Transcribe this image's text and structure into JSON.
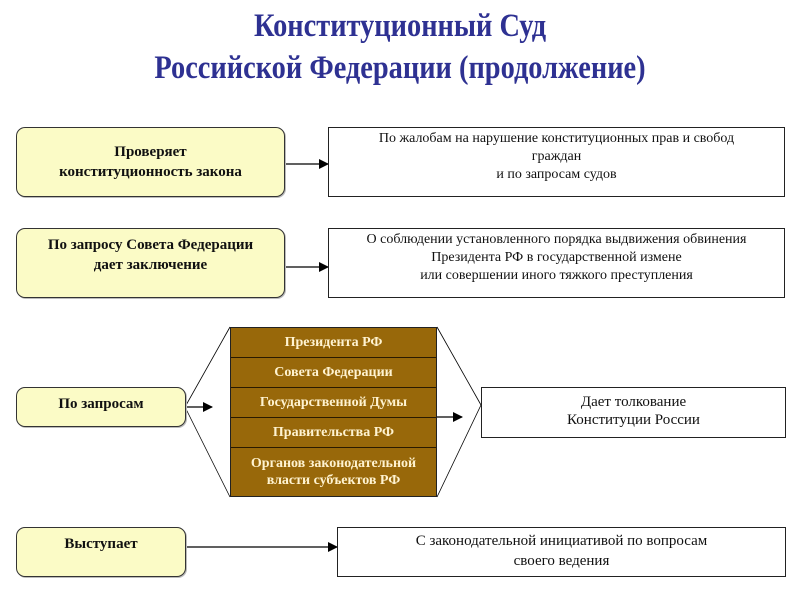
{
  "title": {
    "line1": "Конституционный Суд",
    "line2": "Российской Федерации (продолжение)"
  },
  "colors": {
    "title": "#2e3192",
    "function_box_fill": "#fbfbc6",
    "authority_table_fill": "#98680a",
    "authority_text": "#fff3d0"
  },
  "rows": [
    {
      "function": {
        "line1": "Проверяет",
        "line2": "конституционность закона"
      },
      "description": [
        "По жалобам на нарушение конституционных прав и свобод",
        "граждан",
        "и по запросам судов"
      ]
    },
    {
      "function": {
        "line1": "По запросу Совета Федерации",
        "line2": "дает заключение"
      },
      "description": [
        "О соблюдении установленного порядка выдвижения обвинения",
        "Президента РФ в государственной измене",
        "или совершении иного тяжкого преступления"
      ]
    },
    {
      "function": {
        "line1": "По запросам"
      },
      "authorities": [
        "Президента РФ",
        "Совета Федерации",
        "Государственной Думы",
        "Правительства РФ",
        "Органов законодательной власти субъектов РФ"
      ],
      "description": [
        "Дает толкование",
        "Конституции России"
      ]
    },
    {
      "function": {
        "line1": "Выступает"
      },
      "description": [
        "С законодательной инициативой по вопросам",
        "своего ведения"
      ]
    }
  ]
}
